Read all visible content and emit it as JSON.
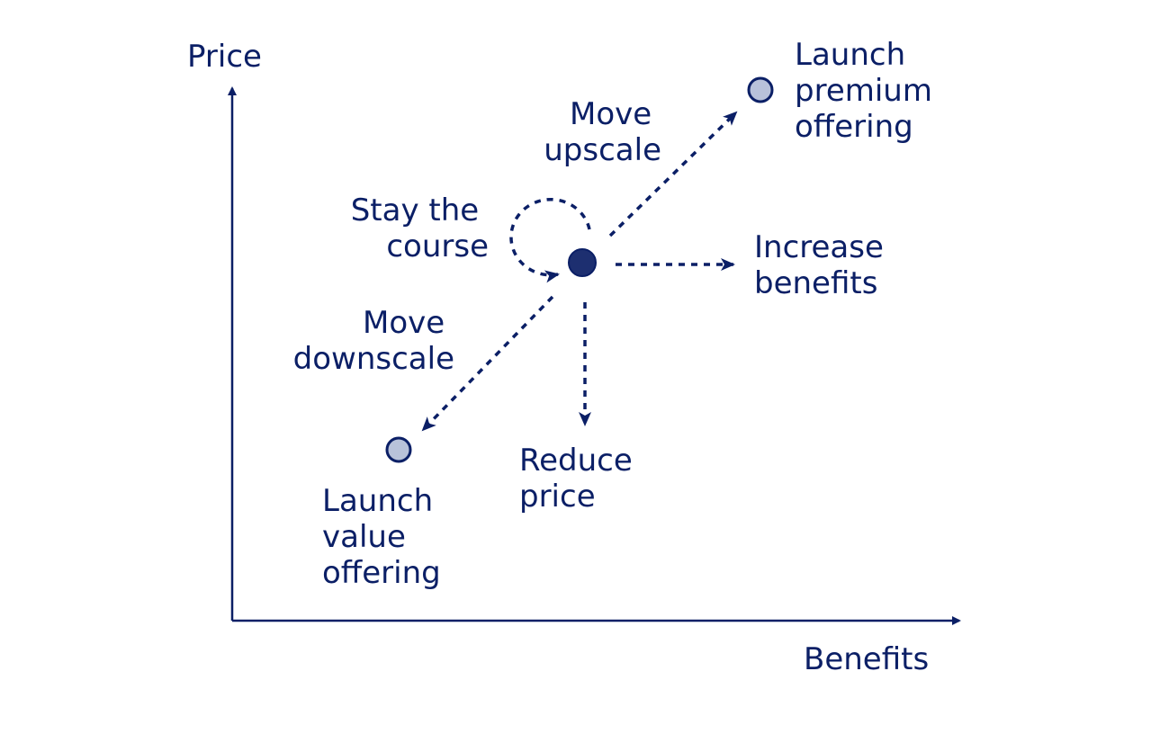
{
  "axes": {
    "y_label": "Price",
    "x_label": "Benefits"
  },
  "colors": {
    "ink": "#0b1f66",
    "current_dot": "#1d2f70",
    "option_dot": "#b8c2da"
  },
  "labels": {
    "move_upscale": [
      "Move",
      "upscale"
    ],
    "stay_the_course": [
      "Stay the",
      "course"
    ],
    "increase_benefits": [
      "Increase",
      "benefits"
    ],
    "move_downscale": [
      "Move",
      "downscale"
    ],
    "reduce_price": [
      "Reduce",
      "price"
    ],
    "launch_value": [
      "Launch",
      "value",
      "offering"
    ],
    "launch_premium": [
      "Launch",
      "premium",
      "offering"
    ]
  }
}
